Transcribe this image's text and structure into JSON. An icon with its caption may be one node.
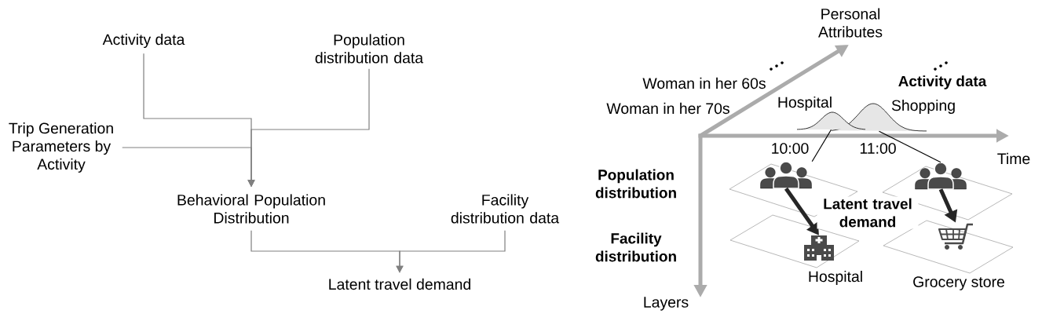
{
  "diagram": {
    "nodes": [
      {
        "text": [
          "Activity data"
        ]
      },
      {
        "text": [
          "Population distribution data"
        ]
      },
      {
        "text": [
          "Trip Generation Parameters by Activity"
        ]
      },
      {
        "text": [
          "Behavioral Population Distribution"
        ]
      },
      {
        "text": [
          "Facility distribution data"
        ]
      },
      {
        "text": [
          "Latent travel demand"
        ]
      },
      {
        "text": [],
        "shape": "curve",
        "beside": [
          "Hospital"
        ]
      },
      {
        "text": [],
        "shape": "curve",
        "beside": [
          "Shopping"
        ]
      },
      {
        "text": [],
        "shape": "person"
      },
      {
        "text": [],
        "shape": "person"
      },
      {
        "text": [],
        "shape": "picture",
        "beside": [
          "Hospital"
        ]
      },
      {
        "text": [],
        "shape": "picture",
        "beside": [
          "Grocery store"
        ]
      }
    ],
    "edges": [
      {
        "from": 0,
        "to": 3,
        "arrow": "to"
      },
      {
        "from": 1,
        "to": 3,
        "arrow": "to"
      },
      {
        "from": 2,
        "to": 3,
        "arrow": "to"
      },
      {
        "from": 3,
        "to": 5,
        "arrow": "to"
      },
      {
        "from": 4,
        "to": 5,
        "arrow": "to"
      },
      {
        "from": 6,
        "to": 8,
        "arrow": "none",
        "color": "#000000"
      },
      {
        "from": 7,
        "to": 9,
        "arrow": "none",
        "color": "#000000"
      },
      {
        "from": 8,
        "to": 10,
        "arrow": "to",
        "style": "thick",
        "color": "#262626"
      },
      {
        "from": 9,
        "to": 11,
        "arrow": "to",
        "style": "thick",
        "color": "#262626"
      }
    ],
    "labels": [
      "Personal Attributes",
      "Woman in her 60s",
      "Activity data",
      "Woman in her 70s",
      "10:00",
      "11:00",
      "Time",
      "Population distribution",
      "Latent travel demand",
      "Facility distribution",
      "Layers"
    ]
  }
}
